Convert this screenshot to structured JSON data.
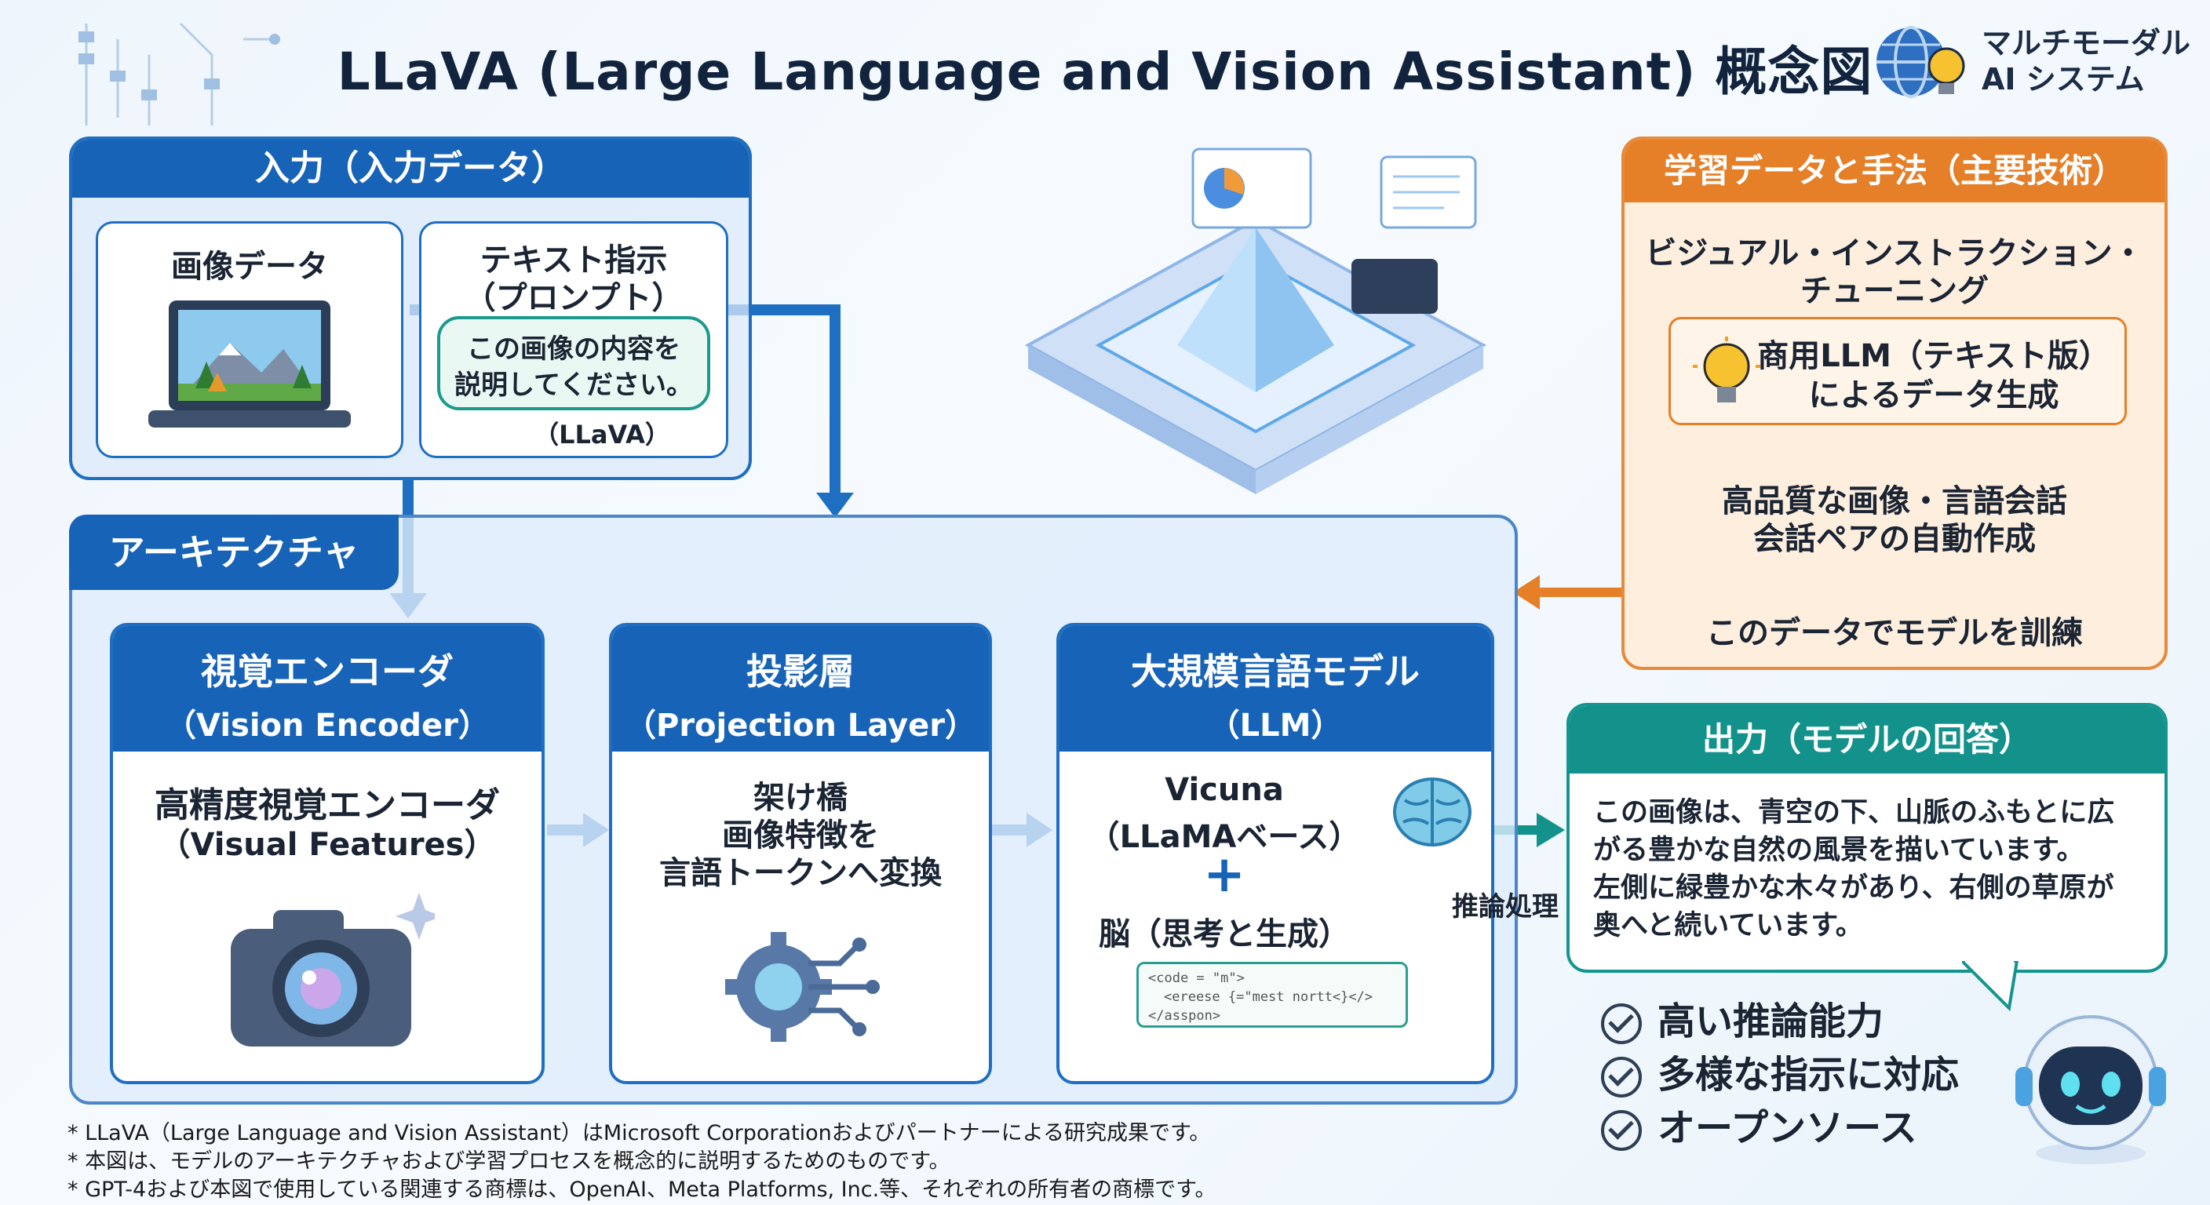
{
  "title": "LLaVA (Large Language and Vision Assistant) 概念図",
  "brand": {
    "line1": "マルチモーダル",
    "line2": "AI システム",
    "icon": "globe-lightbulb-icon"
  },
  "input": {
    "header": "入力（入力データ）",
    "image_card": {
      "title": "画像データ",
      "icon": "laptop-landscape-icon"
    },
    "text_card": {
      "title_line1": "テキスト指示",
      "title_line2": "（プロンプト）",
      "bubble_line1": "この画像の内容を",
      "bubble_line2": "説明してください。",
      "note": "（LLaVA）"
    }
  },
  "architecture": {
    "label": "アーキテクチャ",
    "encoder": {
      "title": "視覚エンコーダ",
      "subtitle": "（Vision Encoder）",
      "body_line1": "高精度視覚エンコーダ",
      "body_line2": "（Visual Features）",
      "icon": "camera-icon"
    },
    "projection": {
      "title": "投影層",
      "subtitle": "（Projection Layer）",
      "body_line1": "架け橋",
      "body_line2": "画像特徴を",
      "body_line3": "言語トークンへ変換",
      "icon": "gear-circuit-icon"
    },
    "llm": {
      "title": "大規模言語モデル",
      "subtitle": "（LLM）",
      "body_line1": "Vicuna",
      "body_line2": "（LLaMAベース）",
      "plus": "+",
      "body_line3": "脳（思考と生成）",
      "code_line1": "<code = \"m\">",
      "code_line2": "<ereese {=\"mest nortt<}</>",
      "code_line3": "</asspon>",
      "icon": "brain-icon"
    }
  },
  "training": {
    "header": "学習データと手法（主要技術）",
    "method_line1": "ビジュアル・インストラクション・",
    "method_line2": "チューニング",
    "gen_line1": "商用LLM（テキスト版）",
    "gen_line2": "によるデータ生成",
    "result_line1": "高品質な画像・言語会話",
    "result_line2": "会話ペアの自動作成",
    "train": "このデータでモデルを訓練",
    "icon": "lightbulb-icon"
  },
  "inference_label": "推論処理",
  "output": {
    "header": "出力（モデルの回答）",
    "line1": "この画像は、青空の下、山脈のふもとに広",
    "line2": "がる豊かな自然の風景を描いています。",
    "line3": "左側に緑豊かな木々があり、右側の草原が",
    "line4": "奥へと続いています。"
  },
  "features": [
    "高い推論能力",
    "多様な指示に対応",
    "オープンソース"
  ],
  "footnotes": [
    "* LLaVA（Large Language and Vision Assistant）はMicrosoft Corporationおよびパートナーによる研究成果です。",
    "* 本図は、モデルのアーキテクチャおよび学習プロセスを概念的に説明するためのものです。",
    "* GPT-4および本図で使用している関連する商標は、OpenAI、Meta Platforms, Inc.等、それぞれの所有者の商標です。"
  ],
  "colors": {
    "blue": "#1763b8",
    "orange": "#e57f28",
    "teal": "#13928c"
  }
}
